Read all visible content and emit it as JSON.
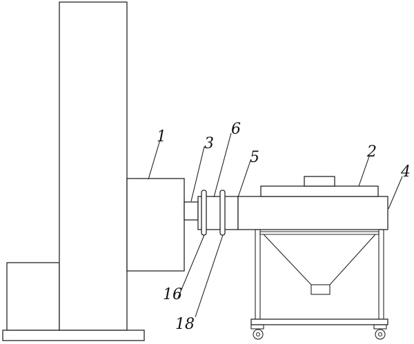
{
  "figure": {
    "labels": {
      "l1": "1",
      "l2": "2",
      "l3": "3",
      "l4": "4",
      "l5": "5",
      "l6": "6",
      "l16": "16",
      "l18": "18"
    }
  }
}
